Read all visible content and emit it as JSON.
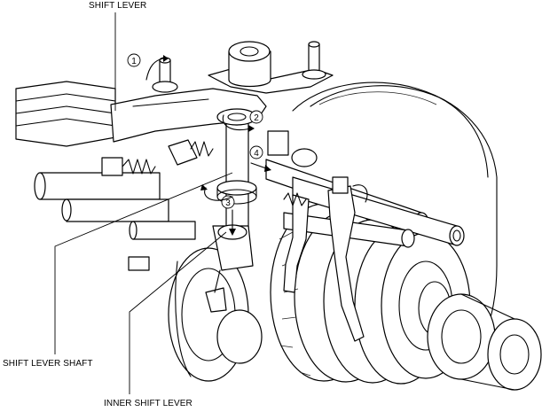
{
  "labels": {
    "shift_lever": "SHIFT LEVER",
    "shift_lever_shaft": "SHIFT LEVER SHAFT",
    "inner_shift_lever": "INNER SHIFT LEVER"
  },
  "callouts": [
    "1",
    "2",
    "3",
    "4"
  ]
}
